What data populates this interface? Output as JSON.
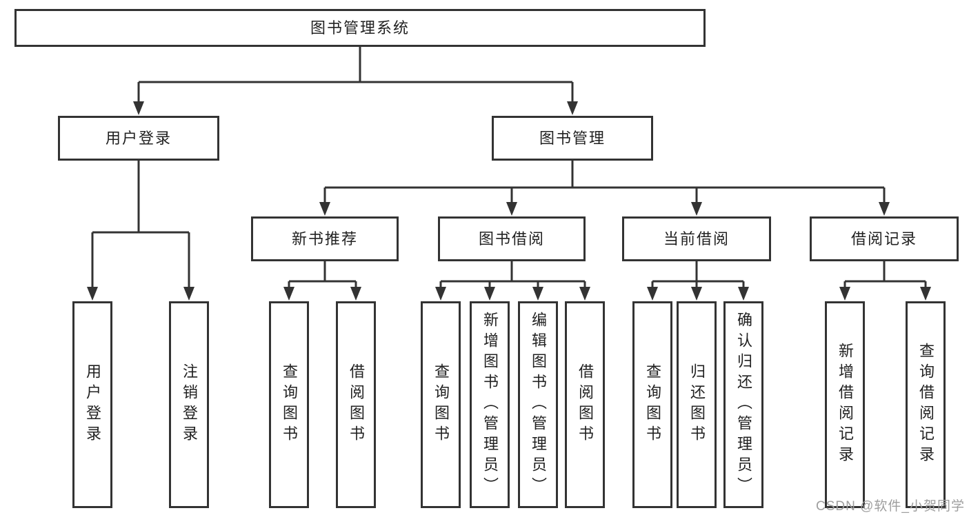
{
  "diagram": {
    "title": "图书管理系统",
    "tree": {
      "root": {
        "label": "图书管理系统",
        "children": [
          {
            "label": "用户登录",
            "children": [
              {
                "label": "用户登录"
              },
              {
                "label": "注销登录"
              }
            ]
          },
          {
            "label": "图书管理",
            "children": [
              {
                "label": "新书推荐",
                "children": [
                  {
                    "label": "查询图书"
                  },
                  {
                    "label": "借阅图书"
                  }
                ]
              },
              {
                "label": "图书借阅",
                "children": [
                  {
                    "label": "查询图书"
                  },
                  {
                    "label": "新增图书（管理员）"
                  },
                  {
                    "label": "编辑图书（管理员）"
                  },
                  {
                    "label": "借阅图书"
                  }
                ]
              },
              {
                "label": "当前借阅",
                "children": [
                  {
                    "label": "查询图书"
                  },
                  {
                    "label": "归还图书"
                  },
                  {
                    "label": "确认归还（管理员）"
                  }
                ]
              },
              {
                "label": "借阅记录",
                "children": [
                  {
                    "label": "新增借阅记录"
                  },
                  {
                    "label": "查询借阅记录"
                  }
                ]
              }
            ]
          }
        ]
      }
    },
    "line_color": "#333333",
    "text_color": "#212121",
    "watermark": "CSDN @软件_小贺同学",
    "watermark_color": "#9e9e9e"
  }
}
